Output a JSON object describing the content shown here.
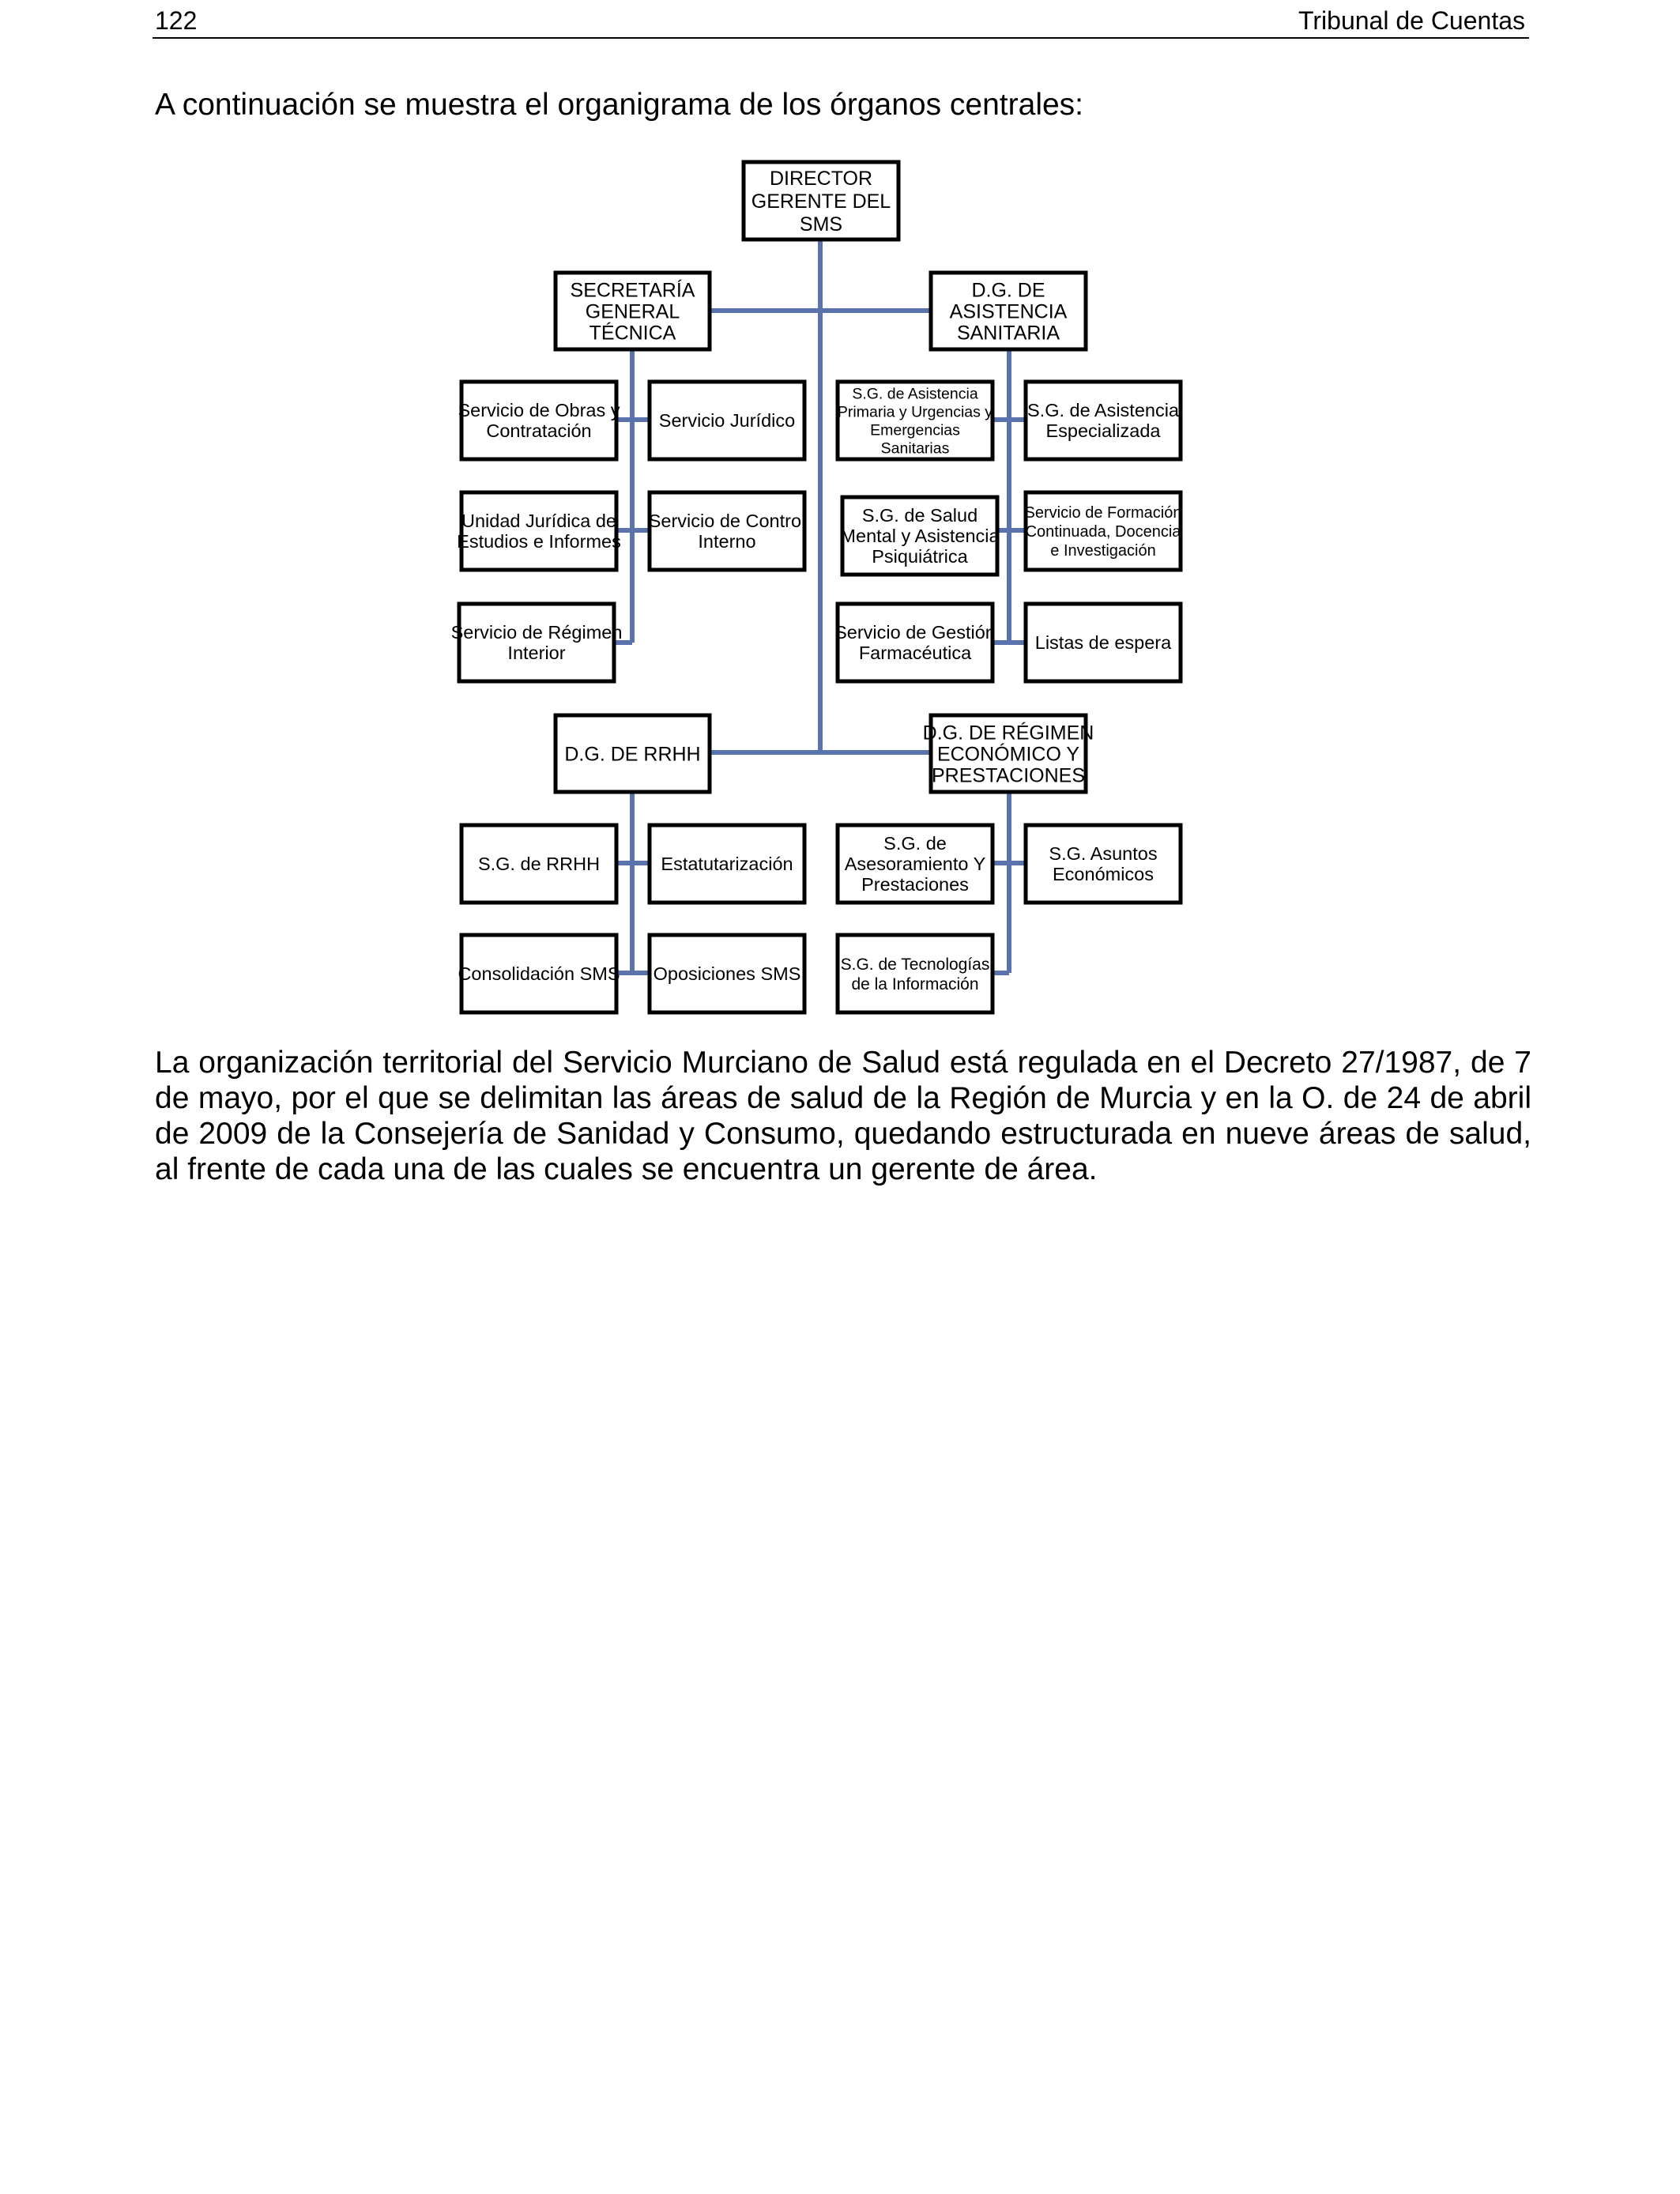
{
  "header": {
    "page_number": "122",
    "publisher": "Tribunal de Cuentas"
  },
  "intro_text": "A continuación se muestra el organigrama de los órganos centrales:",
  "org_chart": {
    "root": {
      "lines": [
        "DIRECTOR",
        "GERENTE DEL",
        "SMS"
      ]
    },
    "secretaria": {
      "title_lines": [
        "SECRETARÍA",
        "GENERAL",
        "TÉCNICA"
      ],
      "units": [
        {
          "lines": [
            "Servicio de Obras y",
            "Contratación"
          ]
        },
        {
          "lines": [
            "Servicio Jurídico"
          ]
        },
        {
          "lines": [
            "Unidad Jurídica de",
            "Estudios e Informes"
          ]
        },
        {
          "lines": [
            "Servicio de Control",
            "Interno"
          ]
        },
        {
          "lines": [
            "Servicio de Régimen",
            "Interior"
          ]
        }
      ]
    },
    "asistencia": {
      "title_lines": [
        "D.G. DE",
        "ASISTENCIA",
        "SANITARIA"
      ],
      "units": [
        {
          "lines": [
            "S.G. de Asistencia",
            "Primaria y Urgencias y",
            "Emergencias",
            "Sanitarias"
          ]
        },
        {
          "lines": [
            "S.G. de Asistencia",
            "Especializada"
          ]
        },
        {
          "lines": [
            "S.G. de Salud",
            "Mental y Asistencia",
            "Psiquiátrica"
          ]
        },
        {
          "lines": [
            "Servicio de Formación",
            "Continuada,  Docencia",
            "e Investigación"
          ]
        },
        {
          "lines": [
            "Servicio de Gestión",
            "Farmacéutica"
          ]
        },
        {
          "lines": [
            "Listas de espera"
          ]
        }
      ]
    },
    "rrhh": {
      "title_lines": [
        "D.G. DE RRHH"
      ],
      "units": [
        {
          "lines": [
            "S.G. de RRHH"
          ]
        },
        {
          "lines": [
            "Estatutarización"
          ]
        },
        {
          "lines": [
            "Consolidación SMS"
          ]
        },
        {
          "lines": [
            "Oposiciones SMS"
          ]
        }
      ]
    },
    "regimen": {
      "title_lines": [
        "D.G. DE RÉGIMEN",
        "ECONÓMICO Y",
        "PRESTACIONES"
      ],
      "units": [
        {
          "lines": [
            "S.G. de",
            "Asesoramiento Y",
            "Prestaciones"
          ]
        },
        {
          "lines": [
            "S.G. Asuntos",
            "Económicos"
          ]
        },
        {
          "lines": [
            "S.G. de Tecnologías",
            "de la Información"
          ]
        }
      ]
    }
  },
  "paragraph": "La organización territorial del Servicio Murciano de Salud está regulada en el Decreto 27/1987, de 7 de mayo, por el que se delimitan las áreas de salud de la Región de Murcia y en la O. de 24 de abril de 2009 de la Consejería de Sanidad y Consumo, quedando estructurada en nueve áreas de salud, al frente de cada una de las cuales se encuentra un gerente de área.",
  "colors": {
    "connector": "#5b73ad",
    "box_border": "#000000",
    "text": "#000000"
  }
}
